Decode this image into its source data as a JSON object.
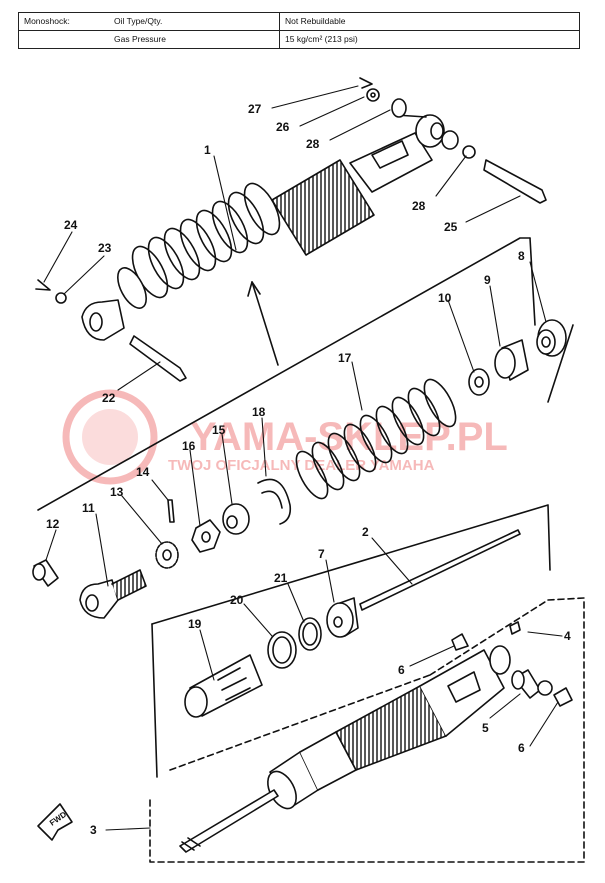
{
  "spec_table": {
    "rows": [
      {
        "label": "Monoshock:",
        "item": "Oil Type/Qty.",
        "value": "Not Rebuildable"
      },
      {
        "label": "",
        "item": "Gas Pressure",
        "value": "15 kg/cm² (213 psi)"
      }
    ]
  },
  "watermark": {
    "title": "YAMA-SKLEP.PL",
    "subtitle": "TWOJ OFICJALNY DEALER YAMAHA",
    "color": "#f08080"
  },
  "fwd_label": "FWD",
  "callouts": {
    "c27": "27",
    "c26": "26",
    "c28a": "28",
    "c28b": "28",
    "c1": "1",
    "c25": "25",
    "c24": "24",
    "c23": "23",
    "c22": "22",
    "c10": "10",
    "c9": "9",
    "c8": "8",
    "c17": "17",
    "c18": "18",
    "c15": "15",
    "c16": "16",
    "c14": "14",
    "c13": "13",
    "c11": "11",
    "c12": "12",
    "c2": "2",
    "c7": "7",
    "c21": "21",
    "c20": "20",
    "c19": "19",
    "c4": "4",
    "c6a": "6",
    "c6b": "6",
    "c5": "5",
    "c3": "3"
  },
  "colors": {
    "ink": "#111111",
    "paper": "#ffffff"
  }
}
